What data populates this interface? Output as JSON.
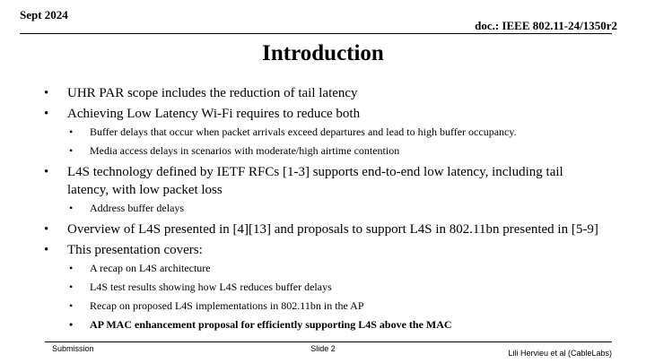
{
  "header": {
    "date": "Sept 2024",
    "doc": "doc.: IEEE 802.11-24/1350r2"
  },
  "title": "Introduction",
  "bullets": [
    "UHR PAR scope includes the reduction of tail latency",
    "Achieving Low Latency Wi-Fi requires to reduce both",
    "Buffer delays that occur when packet arrivals exceed departures and lead to high buffer occupancy.",
    "Media access delays in scenarios with moderate/high airtime contention",
    "L4S technology defined by IETF RFCs [1-3] supports end-to-end low latency, including tail latency, with low packet loss",
    "Address buffer delays",
    "Overview of L4S presented in [4][13] and proposals to support L4S in 802.11bn presented in [5-9]",
    "This presentation covers:",
    "A recap on L4S architecture",
    "L4S test results showing how L4S reduces buffer delays",
    "Recap on proposed L4S implementations in 802.11bn in the AP",
    "AP MAC enhancement proposal for efficiently supporting L4S above the MAC"
  ],
  "bullet_glyph": "•",
  "footer": {
    "left": "Submission",
    "center": "Slide 2",
    "right": "Lili Hervieu et al (CableLabs)"
  }
}
